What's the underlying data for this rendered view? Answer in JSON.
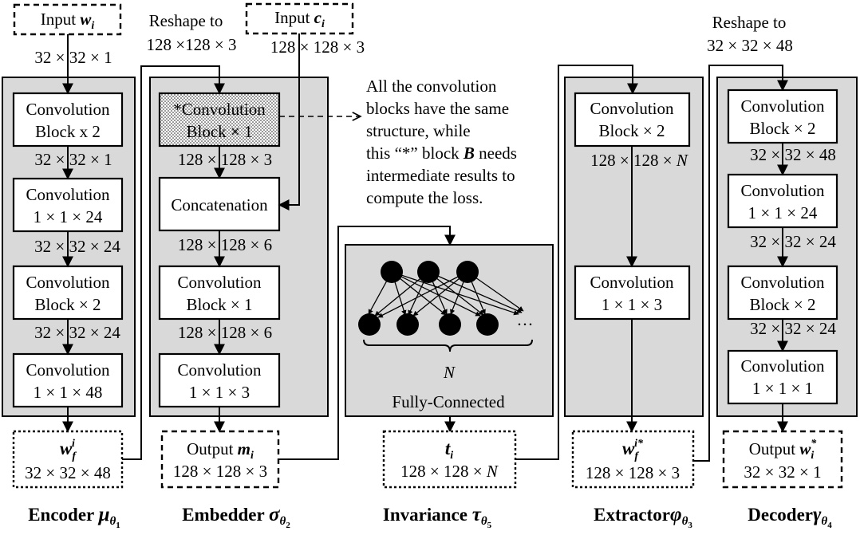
{
  "encoder": {
    "input_label": "Input ",
    "input_var": "w",
    "input_sub": "i",
    "input_dim": "32 × 32 × 1",
    "block1": [
      "Convolution",
      "Block x 2"
    ],
    "dim1": "32 × 32 × 1",
    "block2": [
      "Convolution",
      "1 × 1 × 24"
    ],
    "dim2": "32 × 32 × 24",
    "block3": [
      "Convolution",
      "Block × 2"
    ],
    "dim3": "32 × 32 × 24",
    "block4": [
      "Convolution",
      "1 × 1 × 48"
    ],
    "out_var": "w",
    "out_sub": "f",
    "out_sup": "i",
    "out_dim": "32 × 32 × 48",
    "title": "Encoder ",
    "title_sym": "μ",
    "title_sub": "θ",
    "title_subsub": "1"
  },
  "embedder": {
    "reshape_label": [
      "Reshape to",
      "128 ×128 × 3"
    ],
    "input_label": "Input ",
    "input_var": "c",
    "input_sub": "i",
    "input_dim": "128  × 128 × 3",
    "block1": [
      "*Convolution",
      "Block × 1"
    ],
    "dim1": "128 × 128 × 3",
    "block2": [
      "Concatenation"
    ],
    "dim2": "128 × 128 × 6",
    "block3": [
      "Convolution",
      "Block × 1"
    ],
    "dim3": "128 × 128 × 6",
    "block4": [
      "Convolution",
      "1 × 1 × 3"
    ],
    "out_label": "Output ",
    "out_var": "m",
    "out_sub": "i",
    "out_dim": "128 × 128 × 3",
    "title": "Embedder ",
    "title_sym": "σ",
    "title_sub": "θ",
    "title_subsub": "2"
  },
  "note": {
    "lines": [
      "All the convolution",
      "blocks have the same",
      "structure, while"
    ],
    "line4_pre": "this “*” block ",
    "line4_var": "B",
    "line4_post": " needs",
    "line5": "intermediate results to",
    "line6": "compute the loss."
  },
  "invariance": {
    "n_label": "N",
    "fc_label": "Fully-Connected",
    "ellipsis": "···",
    "out_var": "t",
    "out_sub": "i",
    "out_dim_pre": "128 × 128 × ",
    "out_dim_var": "N",
    "title": "Invariance ",
    "title_sym": "τ",
    "title_sub": "θ",
    "title_subsub": "5"
  },
  "extractor": {
    "block1": [
      "Convolution",
      "Block × 2"
    ],
    "dim1_pre": "128 ×  128 × ",
    "dim1_var": "N",
    "block2": [
      "Convolution",
      "1 × 1 × 3"
    ],
    "out_var": "w",
    "out_sub": "f",
    "out_sup": "i*",
    "out_dim": "128 × 128 × 3",
    "title": "Extractor",
    "title_sym": "φ",
    "title_sub": "θ",
    "title_subsub": "3"
  },
  "decoder": {
    "reshape_label": [
      "Reshape to",
      "32 × 32 × 48"
    ],
    "block1": [
      "Convolution",
      "Block × 2"
    ],
    "dim1": "32 × 32 × 48",
    "block2": [
      "Convolution",
      "1 × 1 × 24"
    ],
    "dim2": "32 × 32 × 24",
    "block3": [
      "Convolution",
      "Block × 2"
    ],
    "dim3": "32 × 32 × 24",
    "block4": [
      "Convolution",
      "1 × 1 × 1"
    ],
    "out_label": "Output ",
    "out_var": "w",
    "out_sub": "i",
    "out_sup": "*",
    "out_dim": "32 × 32 × 1",
    "title": "Decoder",
    "title_sym": "γ",
    "title_sub": "θ",
    "title_subsub": "4"
  }
}
